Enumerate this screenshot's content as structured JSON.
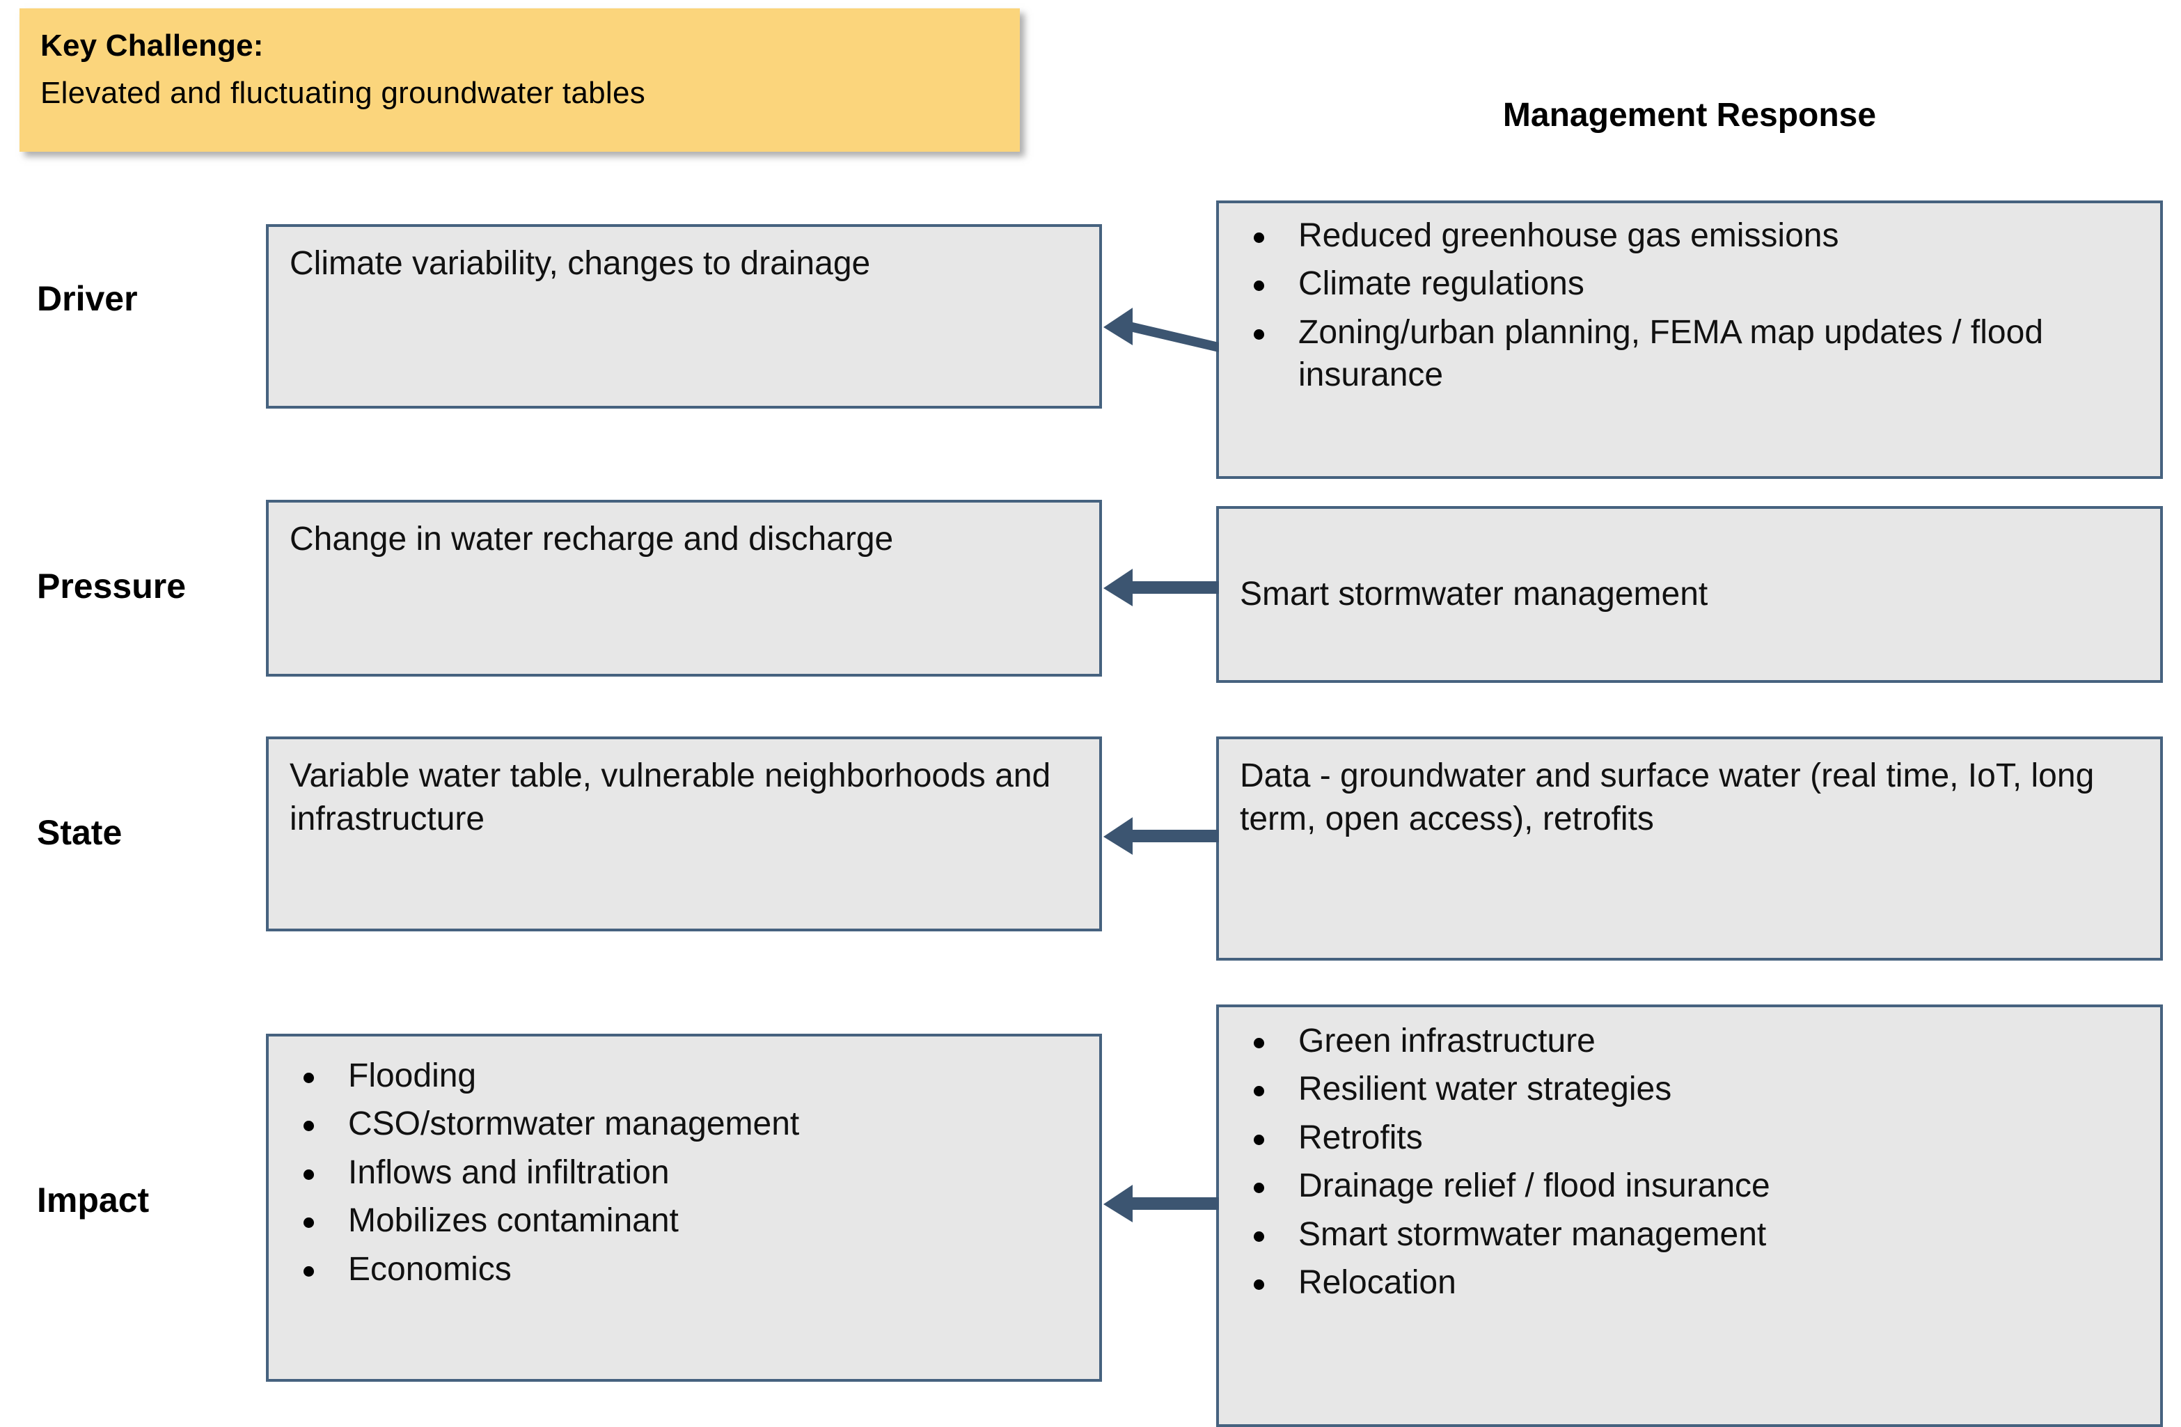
{
  "key_challenge": {
    "title": "Key Challenge:",
    "text": "Elevated and fluctuating groundwater tables",
    "bg_color": "#FBD57C"
  },
  "column_heading": "Management Response",
  "colors": {
    "box_fill": "#E7E7E7",
    "box_border": "#46627F",
    "arrow": "#3C5571",
    "callout_bg": "#FBD57C"
  },
  "rows": [
    {
      "label": "Driver",
      "dpsir": {
        "type": "paragraph",
        "text": "Climate variability, changes to drainage"
      },
      "response": {
        "type": "bullets",
        "items": [
          "Reduced greenhouse gas emissions",
          "Climate regulations",
          "Zoning/urban planning, FEMA map updates / flood insurance"
        ]
      }
    },
    {
      "label": "Pressure",
      "dpsir": {
        "type": "paragraph",
        "text": "Change in water recharge and discharge"
      },
      "response": {
        "type": "paragraph",
        "text": "Smart stormwater management"
      }
    },
    {
      "label": "State",
      "dpsir": {
        "type": "paragraph",
        "text": "Variable water table, vulnerable neighborhoods and infrastructure"
      },
      "response": {
        "type": "paragraph",
        "text": "Data - groundwater and surface water (real time, IoT, long term, open access), retrofits"
      }
    },
    {
      "label": "Impact",
      "dpsir": {
        "type": "bullets",
        "items": [
          "Flooding",
          "CSO/stormwater management",
          "Inflows and infiltration",
          "Mobilizes contaminant",
          "Economics"
        ]
      },
      "response": {
        "type": "bullets",
        "items": [
          "Green infrastructure",
          "Resilient water strategies",
          "Retrofits",
          "Drainage relief / flood insurance",
          "Smart stormwater management",
          "Relocation"
        ]
      }
    }
  ]
}
